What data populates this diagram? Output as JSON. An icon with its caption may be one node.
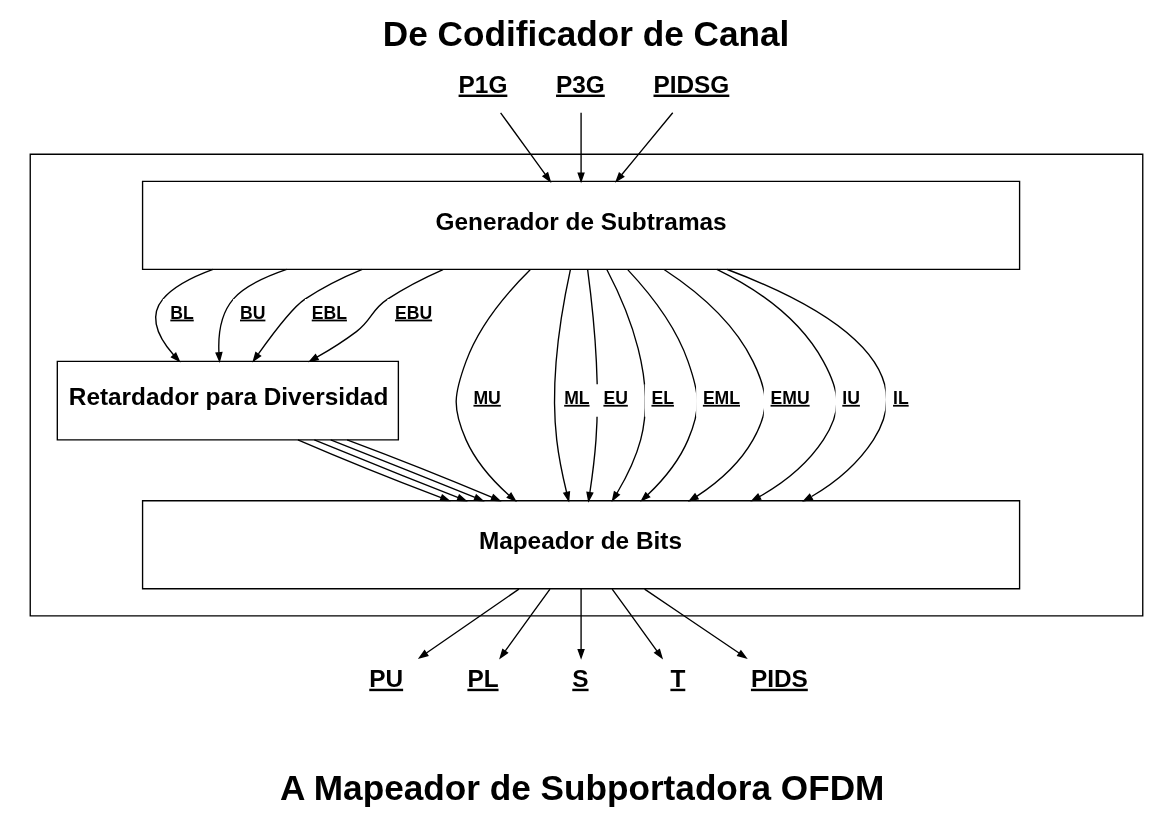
{
  "diagram": {
    "title": "De Codificador de Canal",
    "caption": "A Mapeador de Subportadora OFDM",
    "nodes": [
      {
        "text": [
          "P1G"
        ]
      },
      {
        "text": [
          "P3G"
        ]
      },
      {
        "text": [
          "PIDSG"
        ]
      },
      {
        "text": [],
        "shape": "box"
      },
      {
        "text": [
          "Generador de Subtramas"
        ],
        "in": 3
      },
      {
        "text": [
          "Retardador para Diversidad"
        ],
        "in": 3
      },
      {
        "text": [
          "Mapeador de Bits"
        ],
        "in": 3
      },
      {
        "text": [
          "PU"
        ]
      },
      {
        "text": [
          "PL"
        ]
      },
      {
        "text": [
          "S"
        ]
      },
      {
        "text": [
          "T"
        ]
      },
      {
        "text": [
          "PIDS"
        ]
      }
    ],
    "edges": [
      {
        "from": 0,
        "to": 4,
        "arrow": "to"
      },
      {
        "from": 1,
        "to": 4,
        "arrow": "to"
      },
      {
        "from": 2,
        "to": 4,
        "arrow": "to"
      },
      {
        "from": 4,
        "to": 6,
        "arrow": "to",
        "label": "MU"
      },
      {
        "from": 4,
        "to": 6,
        "arrow": "to",
        "label": "ML"
      },
      {
        "from": 4,
        "to": 6,
        "arrow": "to",
        "label": "EU"
      },
      {
        "from": 4,
        "to": 5,
        "arrow": "to",
        "label": "BL"
      },
      {
        "from": 4,
        "to": 5,
        "arrow": "to",
        "label": "BU"
      },
      {
        "from": 4,
        "to": 5,
        "arrow": "to",
        "label": "EBL"
      },
      {
        "from": 4,
        "to": 5,
        "arrow": "to",
        "label": "EBU"
      },
      {
        "from": 5,
        "to": 6,
        "arrow": "to"
      },
      {
        "from": 5,
        "to": 6,
        "arrow": "to"
      },
      {
        "from": 5,
        "to": 6,
        "arrow": "to"
      },
      {
        "from": 5,
        "to": 6,
        "arrow": "to"
      },
      {
        "from": 4,
        "to": 6,
        "arrow": "to",
        "label": "EL"
      },
      {
        "from": 4,
        "to": 6,
        "arrow": "to",
        "label": "EML"
      },
      {
        "from": 4,
        "to": 6,
        "arrow": "to",
        "label": "EMU"
      },
      {
        "from": 4,
        "to": 6,
        "arrow": "to",
        "label": "IU"
      },
      {
        "from": 4,
        "to": 6,
        "arrow": "to",
        "label": "IL"
      },
      {
        "from": 6,
        "to": 7,
        "arrow": "to"
      },
      {
        "from": 6,
        "to": 8,
        "arrow": "to"
      },
      {
        "from": 6,
        "to": 9,
        "arrow": "to"
      },
      {
        "from": 6,
        "to": 10,
        "arrow": "to"
      },
      {
        "from": 6,
        "to": 11,
        "arrow": "to"
      }
    ]
  }
}
